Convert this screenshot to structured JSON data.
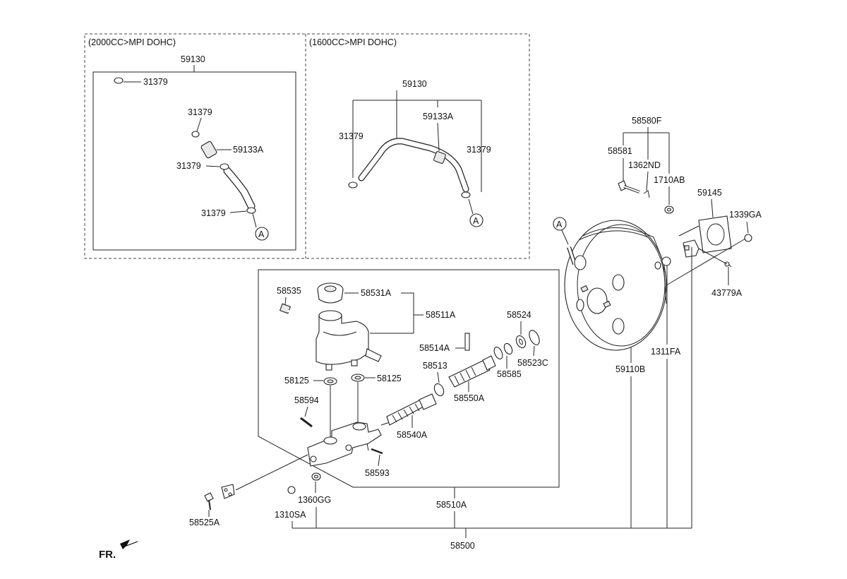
{
  "variants": {
    "left": "(2000CC>MPI DOHC)",
    "right": "(1600CC>MPI DOHC)"
  },
  "parts": {
    "p59130": "59130",
    "p31379": "31379",
    "p59133A": "59133A",
    "p58580F": "58580F",
    "p58581": "58581",
    "p1362ND": "1362ND",
    "p1710AB": "1710AB",
    "p59145": "59145",
    "p1339GA": "1339GA",
    "p43779A": "43779A",
    "p58535": "58535",
    "p58531A": "58531A",
    "p58511A": "58511A",
    "p58524": "58524",
    "p58514A": "58514A",
    "p58523C": "58523C",
    "p58513": "58513",
    "p58585": "58585",
    "p58125": "58125",
    "p58550A": "58550A",
    "p58594": "58594",
    "p58540A": "58540A",
    "p58593": "58593",
    "p1311FA": "1311FA",
    "p59110B": "59110B",
    "p58525A": "58525A",
    "p1360GG": "1360GG",
    "p1310SA": "1310SA",
    "p58510A": "58510A",
    "p58500": "58500",
    "connA": "A"
  },
  "direction": "FR."
}
